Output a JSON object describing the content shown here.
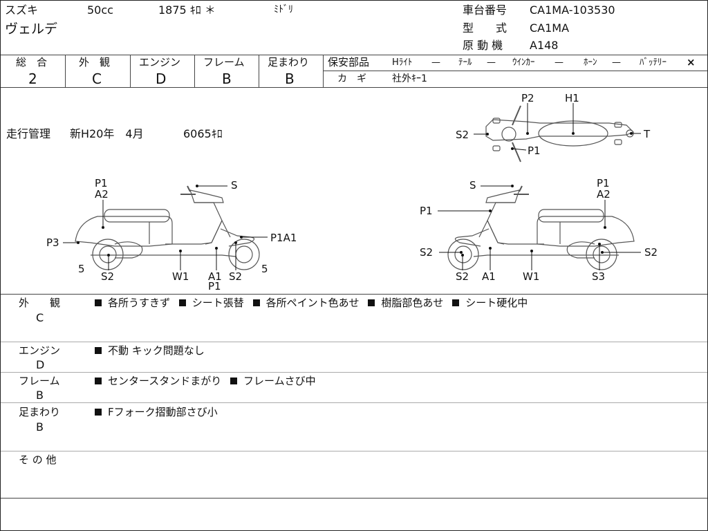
{
  "header": {
    "maker": "スズキ",
    "displacement": "50cc",
    "mileage": "1875 ｷﾛ ＊",
    "color": "ﾐﾄﾞﾘ",
    "model_name": "ヴェルデ",
    "frame_no_label": "車台番号",
    "frame_no": "CA1MA-103530",
    "type_label": "型　　式",
    "type": "CA1MA",
    "engine_label": "原 動 機",
    "engine": "A148"
  },
  "grades": [
    {
      "label": "総　合",
      "value": "2"
    },
    {
      "label": "外　観",
      "value": "C"
    },
    {
      "label": "エンジン",
      "value": "D"
    },
    {
      "label": "フレーム",
      "value": "B"
    },
    {
      "label": "足まわり",
      "value": "B"
    }
  ],
  "safety": {
    "label": "保安部品",
    "items": [
      {
        "name": "Hﾗｲﾄ",
        "status": "—"
      },
      {
        "name": "ﾃｰﾙ",
        "status": "—"
      },
      {
        "name": "ｳｲﾝｶｰ",
        "status": "—"
      },
      {
        "name": "ﾎｰﾝ",
        "status": "—"
      },
      {
        "name": "ﾊﾞｯﾃﾘｰ",
        "status": "×"
      }
    ],
    "key_label": "カ　ギ",
    "key_value": "社外ｷｰ1"
  },
  "mileage_mgmt": {
    "label": "走行管理",
    "period": "新H20年　4月",
    "km": "6065ｷﾛ"
  },
  "diagram_labels": {
    "top": [
      "P2",
      "H1",
      "S2",
      "T",
      "P1"
    ],
    "left": [
      "P1",
      "A2",
      "S",
      "P3",
      "P1A1",
      "5",
      "5",
      "S2",
      "W1",
      "A1",
      "P1",
      "S2"
    ],
    "right": [
      "S",
      "P1",
      "A2",
      "P1",
      "S2",
      "S2",
      "S2",
      "A1",
      "W1",
      "S3"
    ]
  },
  "remarks": [
    {
      "title": "外　　観",
      "grade": "C",
      "items": [
        "各所うすきず",
        "シート張替",
        "各所ペイント色あせ",
        "樹脂部色あせ",
        "シート硬化中"
      ]
    },
    {
      "title": "エンジン",
      "grade": "D",
      "items": [
        "不動 キック問題なし"
      ]
    },
    {
      "title": "フレーム",
      "grade": "B",
      "items": [
        "センタースタンドまがり",
        "フレームさび中"
      ]
    },
    {
      "title": "足まわり",
      "grade": "B",
      "items": [
        "Fフォーク摺動部さび小"
      ]
    },
    {
      "title": "そ の 他",
      "grade": "",
      "items": []
    }
  ]
}
